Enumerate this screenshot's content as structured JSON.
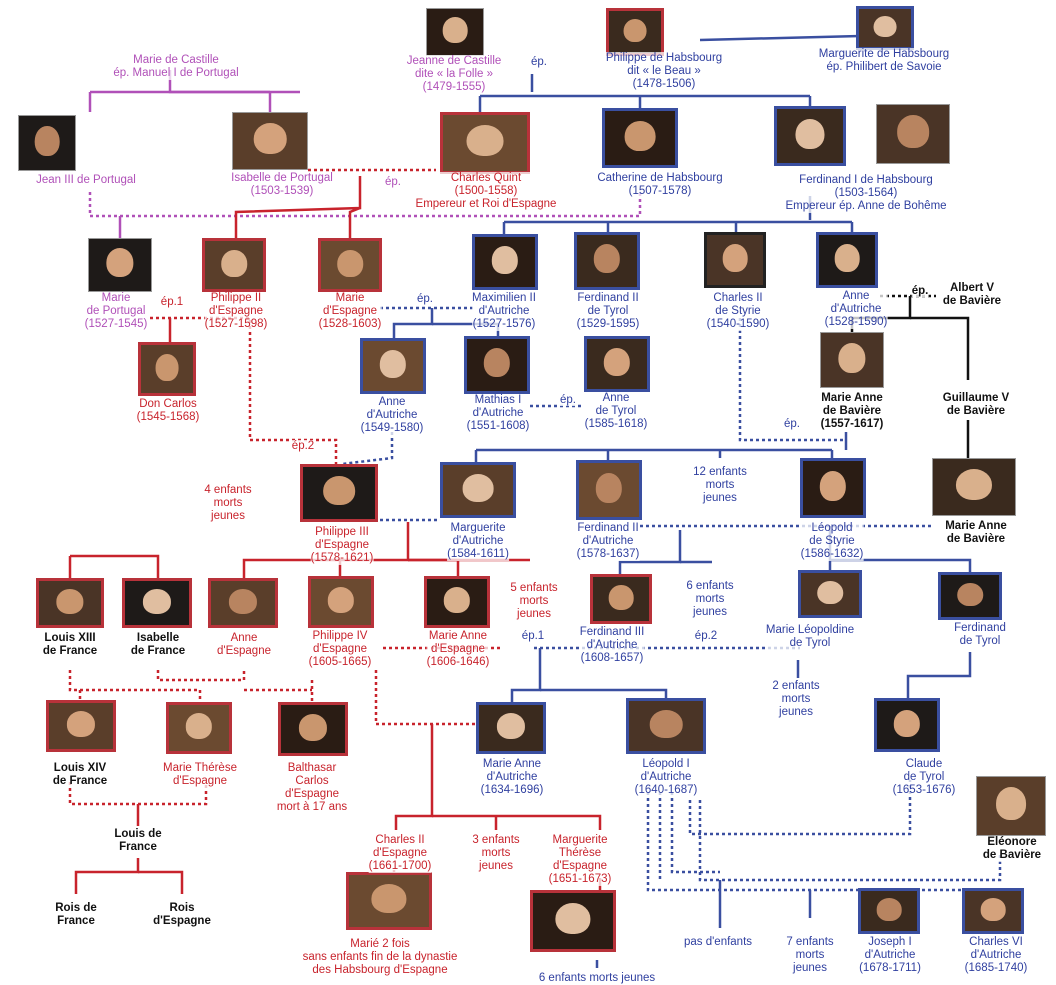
{
  "people": [
    {
      "id": "jeanne",
      "lines": [
        "Jeanne de Castille",
        "dite « la Folle »",
        "(1479-1555)"
      ],
      "color": "purple"
    },
    {
      "id": "marie_castille",
      "lines": [
        "Marie de Castille",
        "ép. Manuel I de Portugal"
      ],
      "color": "purple"
    },
    {
      "id": "philippe_beau",
      "lines": [
        "Philippe de Habsbourg",
        "dit « le Beau »",
        "(1478-1506)"
      ],
      "color": "blue"
    },
    {
      "id": "marguerite_h",
      "lines": [
        "Marguerite de Habsbourg",
        "ép. Philibert de Savoie"
      ],
      "color": "blue"
    },
    {
      "id": "jean3",
      "lines": [
        "Jean III de Portugal"
      ],
      "color": "purple"
    },
    {
      "id": "isabelle_p",
      "lines": [
        "Isabelle de Portugal",
        "(1503-1539)"
      ],
      "color": "purple"
    },
    {
      "id": "charles_quint",
      "lines": [
        "Charles Quint",
        "(1500-1558)",
        "Empereur et Roi d'Espagne"
      ],
      "color": "red"
    },
    {
      "id": "catherine_h",
      "lines": [
        "Catherine de Habsbourg",
        "(1507-1578)"
      ],
      "color": "blue"
    },
    {
      "id": "ferdinand1",
      "lines": [
        "Ferdinand I de Habsbourg",
        "(1503-1564)",
        "Empereur ép. Anne de Bohême"
      ],
      "color": "blue"
    },
    {
      "id": "marie_portugal",
      "lines": [
        "Marie",
        "de Portugal",
        "(1527-1545)"
      ],
      "color": "purple"
    },
    {
      "id": "philippe2",
      "lines": [
        "Philippe II",
        "d'Espagne",
        "(1527-1598)"
      ],
      "color": "red"
    },
    {
      "id": "marie_espagne",
      "lines": [
        "Marie",
        "d'Espagne",
        "(1528-1603)"
      ],
      "color": "red"
    },
    {
      "id": "maximilien2",
      "lines": [
        "Maximilien II",
        "d'Autriche",
        "(1527-1576)"
      ],
      "color": "blue"
    },
    {
      "id": "ferdinand2_tyrol",
      "lines": [
        "Ferdinand II",
        "de Tyrol",
        "(1529-1595)"
      ],
      "color": "blue"
    },
    {
      "id": "charles2_styrie",
      "lines": [
        "Charles II",
        "de Styrie",
        "(1540-1590)"
      ],
      "color": "blue"
    },
    {
      "id": "anne_autriche1",
      "lines": [
        "Anne",
        "d'Autriche",
        "(1528-1590)"
      ],
      "color": "blue"
    },
    {
      "id": "albert5",
      "lines": [
        "Albert V",
        "de Bavière"
      ],
      "color": "black"
    },
    {
      "id": "don_carlos",
      "lines": [
        "Don Carlos",
        "(1545-1568)"
      ],
      "color": "red"
    },
    {
      "id": "anne_autriche2",
      "lines": [
        "Anne",
        "d'Autriche",
        "(1549-1580)"
      ],
      "color": "blue"
    },
    {
      "id": "mathias1",
      "lines": [
        "Mathias I",
        "d'Autriche",
        "(1551-1608)"
      ],
      "color": "blue"
    },
    {
      "id": "anne_tyrol",
      "lines": [
        "Anne",
        "de Tyrol",
        "(1585-1618)"
      ],
      "color": "blue"
    },
    {
      "id": "marie_anne_baviere1",
      "lines": [
        "Marie Anne",
        "de Bavière",
        "(1557-1617)"
      ],
      "color": "black"
    },
    {
      "id": "guillaume5",
      "lines": [
        "Guillaume V",
        "de Bavière"
      ],
      "color": "black"
    },
    {
      "id": "enfants4",
      "lines": [
        "4 enfants",
        "morts",
        "jeunes"
      ],
      "color": "red"
    },
    {
      "id": "philippe3",
      "lines": [
        "Philippe III",
        "d'Espagne",
        "(1578-1621)"
      ],
      "color": "red"
    },
    {
      "id": "marguerite_a",
      "lines": [
        "Marguerite",
        "d'Autriche",
        "(1584-1611)"
      ],
      "color": "blue"
    },
    {
      "id": "ferdinand2_a",
      "lines": [
        "Ferdinand II",
        "d'Autriche",
        "(1578-1637)"
      ],
      "color": "blue"
    },
    {
      "id": "enfants12",
      "lines": [
        "12 enfants",
        "morts",
        "jeunes"
      ],
      "color": "blue"
    },
    {
      "id": "leopold_styrie",
      "lines": [
        "Léopold",
        "de Styrie",
        "(1586-1632)"
      ],
      "color": "blue"
    },
    {
      "id": "marie_anne_baviere2",
      "lines": [
        "Marie Anne",
        "de Bavière"
      ],
      "color": "black"
    },
    {
      "id": "louis13",
      "lines": [
        "Louis XIII",
        "de France"
      ],
      "color": "black"
    },
    {
      "id": "isabelle_f",
      "lines": [
        "Isabelle",
        "de France"
      ],
      "color": "black"
    },
    {
      "id": "anne_espagne",
      "lines": [
        "Anne",
        "d'Espagne"
      ],
      "color": "red"
    },
    {
      "id": "philippe4",
      "lines": [
        "Philippe IV",
        "d'Espagne",
        "(1605-1665)"
      ],
      "color": "red"
    },
    {
      "id": "marie_anne_esp",
      "lines": [
        "Marie Anne",
        "d'Espagne",
        "(1606-1646)"
      ],
      "color": "red"
    },
    {
      "id": "enfants5",
      "lines": [
        "5 enfants",
        "morts",
        "jeunes"
      ],
      "color": "red"
    },
    {
      "id": "ferdinand3",
      "lines": [
        "Ferdinand III",
        "d'Autriche",
        "(1608-1657)"
      ],
      "color": "blue"
    },
    {
      "id": "enfants6",
      "lines": [
        "6 enfants",
        "morts",
        "jeunes"
      ],
      "color": "blue"
    },
    {
      "id": "marie_leopoldine",
      "lines": [
        "Marie Léopoldine",
        "de Tyrol"
      ],
      "color": "blue"
    },
    {
      "id": "ferdinand_tyrol2",
      "lines": [
        "Ferdinand",
        "de Tyrol"
      ],
      "color": "blue"
    },
    {
      "id": "enfants2",
      "lines": [
        "2 enfants",
        "morts",
        "jeunes"
      ],
      "color": "blue"
    },
    {
      "id": "louis14",
      "lines": [
        "Louis XIV",
        "de France"
      ],
      "color": "black"
    },
    {
      "id": "marie_therese",
      "lines": [
        "Marie Thérèse",
        "d'Espagne"
      ],
      "color": "red"
    },
    {
      "id": "balthasar",
      "lines": [
        "Balthasar",
        "Carlos",
        "d'Espagne",
        "mort à 17 ans"
      ],
      "color": "red"
    },
    {
      "id": "marie_anne_a",
      "lines": [
        "Marie Anne",
        "d'Autriche",
        "(1634-1696)"
      ],
      "color": "blue"
    },
    {
      "id": "leopold1",
      "lines": [
        "Léopold I",
        "d'Autriche",
        "(1640-1687)"
      ],
      "color": "blue"
    },
    {
      "id": "claude_tyrol",
      "lines": [
        "Claude",
        "de Tyrol",
        "(1653-1676)"
      ],
      "color": "blue"
    },
    {
      "id": "eleonore",
      "lines": [
        "Eléonore",
        "de Bavière"
      ],
      "color": "black"
    },
    {
      "id": "louis_france",
      "lines": [
        "Louis de",
        "France"
      ],
      "color": "black"
    },
    {
      "id": "rois_france",
      "lines": [
        "Rois de",
        "France"
      ],
      "color": "black"
    },
    {
      "id": "rois_espagne",
      "lines": [
        "Rois",
        "d'Espagne"
      ],
      "color": "black"
    },
    {
      "id": "charles2_esp",
      "lines": [
        "Charles II",
        "d'Espagne",
        "(1661-1700)"
      ],
      "color": "red"
    },
    {
      "id": "enfants3",
      "lines": [
        "3 enfants",
        "morts",
        "jeunes"
      ],
      "color": "red"
    },
    {
      "id": "marguerite_t",
      "lines": [
        "Marguerite",
        "Thérèse",
        "d'Espagne",
        "(1651-1673)"
      ],
      "color": "red"
    },
    {
      "id": "marie_2fois",
      "lines": [
        "Marié 2 fois",
        "sans enfants fin de la dynastie",
        "des Habsbourg d'Espagne"
      ],
      "color": "red"
    },
    {
      "id": "enfants6b",
      "lines": [
        "6 enfants morts jeunes"
      ],
      "color": "blue"
    },
    {
      "id": "pas_enfants",
      "lines": [
        "pas d'enfants"
      ],
      "color": "blue"
    },
    {
      "id": "enfants7",
      "lines": [
        "7 enfants",
        "morts",
        "jeunes"
      ],
      "color": "blue"
    },
    {
      "id": "joseph1",
      "lines": [
        "Joseph I",
        "d'Autriche",
        "(1678-1711)"
      ],
      "color": "blue"
    },
    {
      "id": "charles6",
      "lines": [
        "Charles VI",
        "d'Autriche",
        "(1685-1740)"
      ],
      "color": "blue"
    }
  ],
  "spouse_tags": [
    {
      "id": "ep1",
      "text": "ép.",
      "color": "blue"
    },
    {
      "id": "ep2",
      "text": "ép.",
      "color": "purple"
    },
    {
      "id": "ep3",
      "text": "ép.1",
      "color": "red"
    },
    {
      "id": "ep4",
      "text": "ép.",
      "color": "blue"
    },
    {
      "id": "ep5",
      "text": "ép.",
      "color": "black"
    },
    {
      "id": "ep6",
      "text": "ép.",
      "color": "blue"
    },
    {
      "id": "ep7",
      "text": "ép.",
      "color": "blue"
    },
    {
      "id": "ep8",
      "text": "ép.2",
      "color": "red"
    },
    {
      "id": "ep9",
      "text": "ép.1",
      "color": "blue"
    },
    {
      "id": "ep10",
      "text": "ép.2",
      "color": "blue"
    }
  ],
  "colors": {
    "red": "#c8232c",
    "blue": "#3a4fa0",
    "purple": "#b050b8",
    "black": "#111111"
  }
}
